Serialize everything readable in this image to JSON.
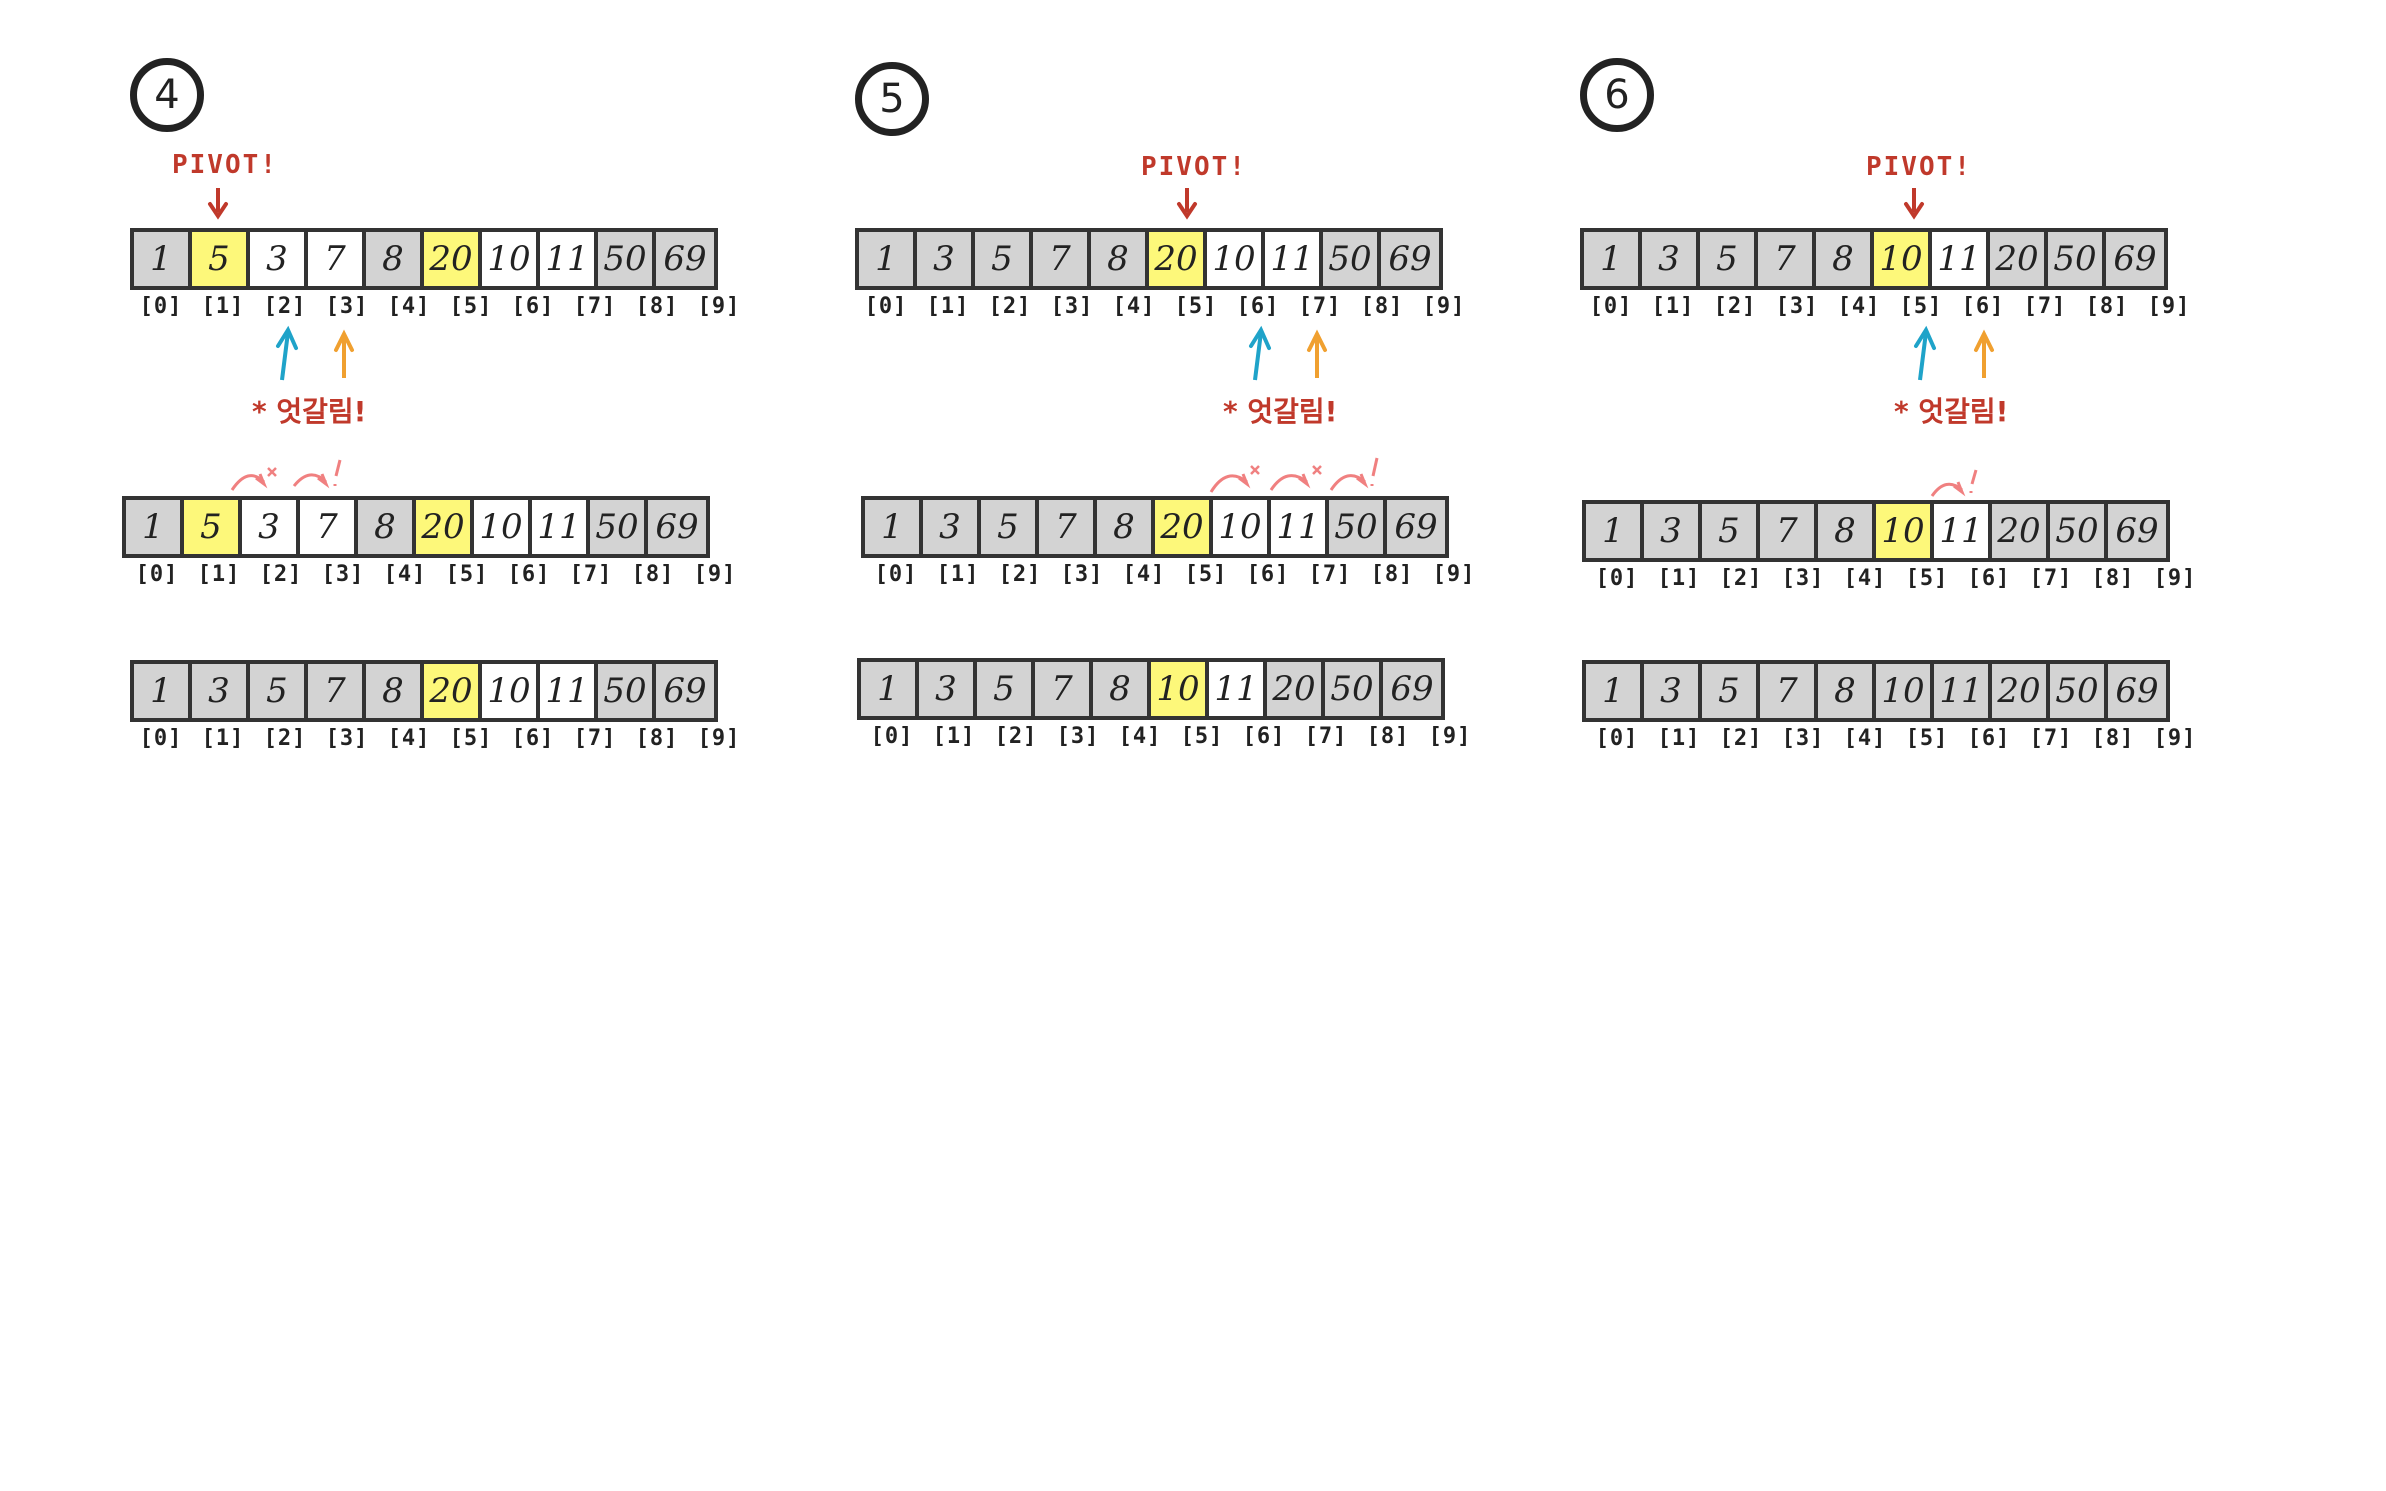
{
  "indices": [
    "[0]",
    "[1]",
    "[2]",
    "[3]",
    "[4]",
    "[5]",
    "[6]",
    "[7]",
    "[8]",
    "[9]"
  ],
  "colors": {
    "pivot_red": "#c0392b",
    "left_pointer": "#1fa3c9",
    "right_pointer": "#f0a030",
    "swap_marks": "#f08080",
    "cell_gray": "#d3d3d3",
    "cell_yellow": "#fdf87a"
  },
  "steps": [
    {
      "number": "4",
      "pivot_label": "PIVOT!",
      "cross_label": "* 엇갈림!",
      "rows": [
        {
          "values": [
            "1",
            "5",
            "3",
            "7",
            "8",
            "20",
            "10",
            "11",
            "50",
            "69"
          ],
          "fills": [
            "gray",
            "yellow",
            "white",
            "white",
            "gray",
            "yellow",
            "white",
            "white",
            "gray",
            "gray"
          ]
        },
        {
          "values": [
            "1",
            "5",
            "3",
            "7",
            "8",
            "20",
            "10",
            "11",
            "50",
            "69"
          ],
          "fills": [
            "gray",
            "yellow",
            "white",
            "white",
            "gray",
            "yellow",
            "white",
            "white",
            "gray",
            "gray"
          ]
        },
        {
          "values": [
            "1",
            "3",
            "5",
            "7",
            "8",
            "20",
            "10",
            "11",
            "50",
            "69"
          ],
          "fills": [
            "gray",
            "gray",
            "gray",
            "gray",
            "gray",
            "yellow",
            "white",
            "white",
            "gray",
            "gray"
          ]
        }
      ]
    },
    {
      "number": "5",
      "pivot_label": "PIVOT!",
      "cross_label": "* 엇갈림!",
      "rows": [
        {
          "values": [
            "1",
            "3",
            "5",
            "7",
            "8",
            "20",
            "10",
            "11",
            "50",
            "69"
          ],
          "fills": [
            "gray",
            "gray",
            "gray",
            "gray",
            "gray",
            "yellow",
            "white",
            "white",
            "gray",
            "gray"
          ]
        },
        {
          "values": [
            "1",
            "3",
            "5",
            "7",
            "8",
            "20",
            "10",
            "11",
            "50",
            "69"
          ],
          "fills": [
            "gray",
            "gray",
            "gray",
            "gray",
            "gray",
            "yellow",
            "white",
            "white",
            "gray",
            "gray"
          ]
        },
        {
          "values": [
            "1",
            "3",
            "5",
            "7",
            "8",
            "10",
            "11",
            "20",
            "50",
            "69"
          ],
          "fills": [
            "gray",
            "gray",
            "gray",
            "gray",
            "gray",
            "yellow",
            "white",
            "gray",
            "gray",
            "gray"
          ]
        }
      ]
    },
    {
      "number": "6",
      "pivot_label": "PIVOT!",
      "cross_label": "* 엇갈림!",
      "rows": [
        {
          "values": [
            "1",
            "3",
            "5",
            "7",
            "8",
            "10",
            "11",
            "20",
            "50",
            "69"
          ],
          "fills": [
            "gray",
            "gray",
            "gray",
            "gray",
            "gray",
            "yellow",
            "white",
            "gray",
            "gray",
            "gray"
          ]
        },
        {
          "values": [
            "1",
            "3",
            "5",
            "7",
            "8",
            "10",
            "11",
            "20",
            "50",
            "69"
          ],
          "fills": [
            "gray",
            "gray",
            "gray",
            "gray",
            "gray",
            "yellow",
            "white",
            "gray",
            "gray",
            "gray"
          ]
        },
        {
          "values": [
            "1",
            "3",
            "5",
            "7",
            "8",
            "10",
            "11",
            "20",
            "50",
            "69"
          ],
          "fills": [
            "gray",
            "gray",
            "gray",
            "gray",
            "gray",
            "gray",
            "gray",
            "gray",
            "gray",
            "gray"
          ]
        }
      ]
    }
  ]
}
